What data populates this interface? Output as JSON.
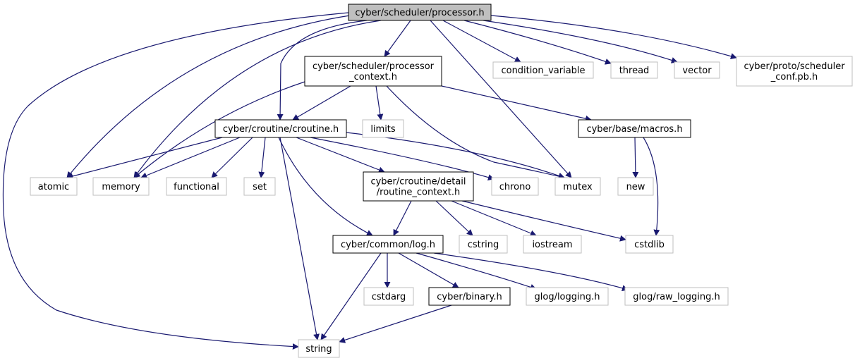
{
  "colors": {
    "edge": "#191970",
    "project_border": "#000000",
    "external_border": "#bfbfbf",
    "root_fill": "#bfbfbf",
    "node_fill": "#ffffff",
    "text": "#000000"
  },
  "nodes": {
    "processor": {
      "lines": [
        "cyber/scheduler/processor.h"
      ],
      "kind": "root"
    },
    "processor_context": {
      "lines": [
        "cyber/scheduler/processor",
        "_context.h"
      ],
      "kind": "project"
    },
    "condition_variable": {
      "lines": [
        "condition_variable"
      ],
      "kind": "external"
    },
    "thread": {
      "lines": [
        "thread"
      ],
      "kind": "external"
    },
    "vector": {
      "lines": [
        "vector"
      ],
      "kind": "external"
    },
    "scheduler_conf": {
      "lines": [
        "cyber/proto/scheduler",
        "_conf.pb.h"
      ],
      "kind": "external"
    },
    "croutine": {
      "lines": [
        "cyber/croutine/croutine.h"
      ],
      "kind": "project"
    },
    "limits": {
      "lines": [
        "limits"
      ],
      "kind": "external"
    },
    "macros": {
      "lines": [
        "cyber/base/macros.h"
      ],
      "kind": "project"
    },
    "atomic": {
      "lines": [
        "atomic"
      ],
      "kind": "external"
    },
    "memory": {
      "lines": [
        "memory"
      ],
      "kind": "external"
    },
    "functional": {
      "lines": [
        "functional"
      ],
      "kind": "external"
    },
    "set": {
      "lines": [
        "set"
      ],
      "kind": "external"
    },
    "routine_context": {
      "lines": [
        "cyber/croutine/detail",
        "/routine_context.h"
      ],
      "kind": "project"
    },
    "chrono": {
      "lines": [
        "chrono"
      ],
      "kind": "external"
    },
    "mutex": {
      "lines": [
        "mutex"
      ],
      "kind": "external"
    },
    "new": {
      "lines": [
        "new"
      ],
      "kind": "external"
    },
    "log": {
      "lines": [
        "cyber/common/log.h"
      ],
      "kind": "project"
    },
    "cstring": {
      "lines": [
        "cstring"
      ],
      "kind": "external"
    },
    "iostream": {
      "lines": [
        "iostream"
      ],
      "kind": "external"
    },
    "cstdlib": {
      "lines": [
        "cstdlib"
      ],
      "kind": "external"
    },
    "cstdarg": {
      "lines": [
        "cstdarg"
      ],
      "kind": "external"
    },
    "binary": {
      "lines": [
        "cyber/binary.h"
      ],
      "kind": "project"
    },
    "glog_logging": {
      "lines": [
        "glog/logging.h"
      ],
      "kind": "external"
    },
    "glog_raw_logging": {
      "lines": [
        "glog/raw_logging.h"
      ],
      "kind": "external"
    },
    "string": {
      "lines": [
        "string"
      ],
      "kind": "external"
    }
  },
  "edges": [
    [
      "processor",
      "processor_context"
    ],
    [
      "processor",
      "condition_variable"
    ],
    [
      "processor",
      "thread"
    ],
    [
      "processor",
      "vector"
    ],
    [
      "processor",
      "scheduler_conf"
    ],
    [
      "processor",
      "croutine"
    ],
    [
      "processor",
      "atomic"
    ],
    [
      "processor",
      "memory"
    ],
    [
      "processor",
      "mutex"
    ],
    [
      "processor",
      "string"
    ],
    [
      "processor_context",
      "croutine"
    ],
    [
      "processor_context",
      "limits"
    ],
    [
      "processor_context",
      "macros"
    ],
    [
      "processor_context",
      "memory"
    ],
    [
      "processor_context",
      "mutex"
    ],
    [
      "croutine",
      "atomic"
    ],
    [
      "croutine",
      "memory"
    ],
    [
      "croutine",
      "functional"
    ],
    [
      "croutine",
      "set"
    ],
    [
      "croutine",
      "routine_context"
    ],
    [
      "croutine",
      "chrono"
    ],
    [
      "croutine",
      "mutex"
    ],
    [
      "croutine",
      "log"
    ],
    [
      "croutine",
      "string"
    ],
    [
      "macros",
      "new"
    ],
    [
      "macros",
      "cstdlib"
    ],
    [
      "routine_context",
      "log"
    ],
    [
      "routine_context",
      "cstring"
    ],
    [
      "routine_context",
      "iostream"
    ],
    [
      "routine_context",
      "cstdlib"
    ],
    [
      "log",
      "cstdarg"
    ],
    [
      "log",
      "binary"
    ],
    [
      "log",
      "glog_logging"
    ],
    [
      "log",
      "glog_raw_logging"
    ],
    [
      "log",
      "string"
    ],
    [
      "binary",
      "string"
    ]
  ]
}
